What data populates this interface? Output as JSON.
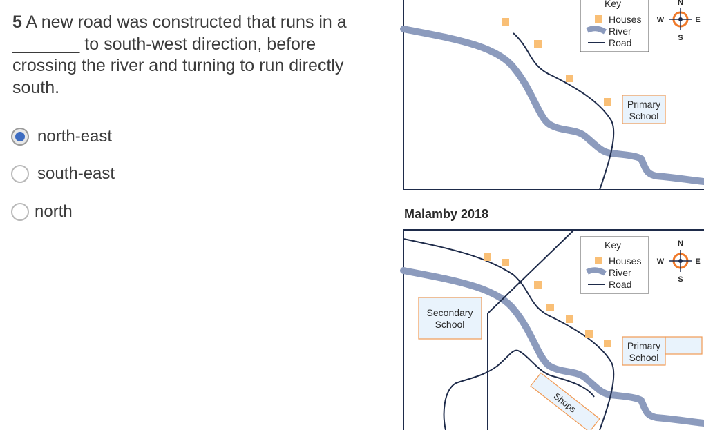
{
  "question": {
    "number": "5",
    "text_before": "A new road was constructed that runs in a",
    "blank": "_______",
    "text_after": "to south-west direction, before crossing the river and turning to run directly south."
  },
  "options": [
    {
      "label": "north-east",
      "selected": true
    },
    {
      "label": "south-east",
      "selected": false
    },
    {
      "label": "north",
      "selected": false
    }
  ],
  "map_top": {
    "key": {
      "title": "Key",
      "houses": "Houses",
      "river": "River",
      "road": "Road"
    },
    "compass": {
      "n": "N",
      "s": "S",
      "e": "E",
      "w": "W"
    },
    "primary_school": [
      "Primary",
      "School"
    ]
  },
  "map_bottom": {
    "title": "Malamby 2018",
    "key": {
      "title": "Key",
      "houses": "Houses",
      "river": "River",
      "road": "Road"
    },
    "compass": {
      "n": "N",
      "s": "S",
      "e": "E",
      "w": "W"
    },
    "primary_school": [
      "Primary",
      "School"
    ],
    "secondary_school": [
      "Secondary",
      "School"
    ],
    "shops": "Shops"
  },
  "colors": {
    "accent": "#3d6cc1",
    "river": "#8c9bbd",
    "house": "#f9bf76",
    "box_border": "#f19a54",
    "box_fill": "#e9f3fc",
    "road": "#1e2b4a"
  }
}
